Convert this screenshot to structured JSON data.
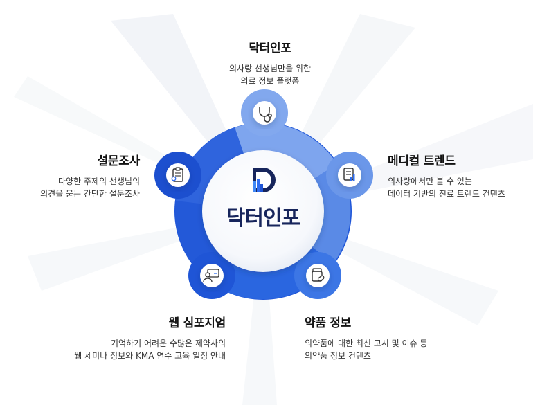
{
  "center": {
    "logo_icon": "doctor-info-d-logo-icon",
    "brand_name": "닥터인포"
  },
  "segments": [
    {
      "id": "top",
      "title": "닥터인포",
      "lines": [
        "의사랑 선생님만을 위한",
        "의료 정보 플랫폼"
      ],
      "icon": "stethoscope-icon"
    },
    {
      "id": "medical",
      "title": "메디컬 트렌드",
      "lines": [
        "의사랑에서만 볼 수 있는",
        "데이터 기반의 진료 트렌드 컨텐츠"
      ],
      "icon": "trend-report-icon"
    },
    {
      "id": "drug",
      "title": "약품 정보",
      "lines": [
        "의약품에 대한 최신 고시 및 이슈 등",
        "의약품 정보 컨텐츠"
      ],
      "icon": "medicine-bottle-icon"
    },
    {
      "id": "webinar",
      "title": "웹 심포지엄",
      "lines": [
        "기억하기 어려운 수많은 제약사의",
        "웹 세미나 정보와 KMA 연수 교육 일정 안내"
      ],
      "icon": "web-presenter-icon"
    },
    {
      "id": "survey",
      "title": "설문조사",
      "lines": [
        "다양한 주제의 선생님의",
        "의견을 묻는 간단한 설문조사"
      ],
      "icon": "survey-clipboard-icon"
    }
  ],
  "colors": {
    "ring_dark": "#1d52d6",
    "ring_light": "#77a0ea",
    "navy": "#17255c",
    "accent": "#2f6df0"
  }
}
